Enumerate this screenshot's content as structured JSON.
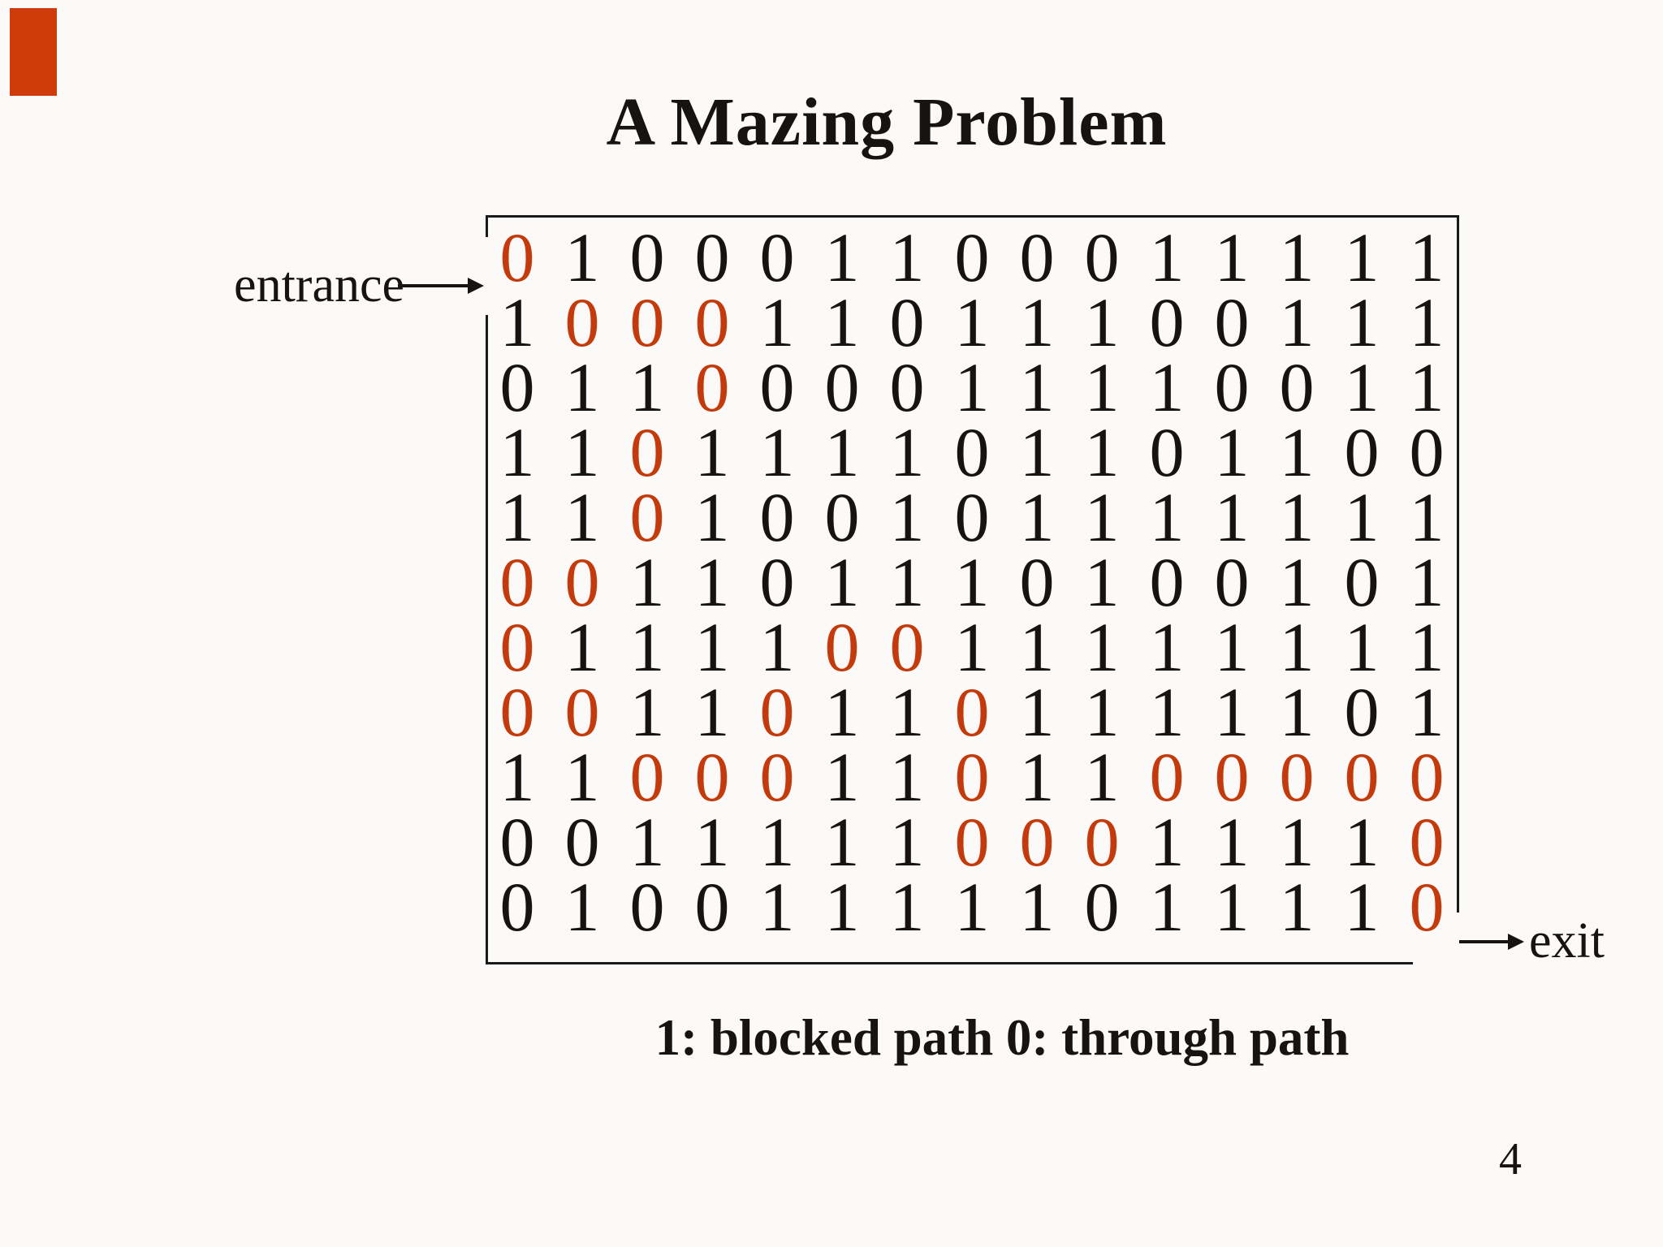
{
  "slide": {
    "title": "A Mazing Problem",
    "entrance_label": "entrance",
    "exit_label": "exit",
    "caption": "1: blocked path 0: through path",
    "page_number": "4"
  },
  "maze": {
    "rows": 11,
    "cols": 15,
    "legend": {
      "1": "blocked path",
      "0": "through path"
    },
    "grid": [
      [
        0,
        1,
        0,
        0,
        0,
        1,
        1,
        0,
        0,
        0,
        1,
        1,
        1,
        1,
        1
      ],
      [
        1,
        0,
        0,
        0,
        1,
        1,
        0,
        1,
        1,
        1,
        0,
        0,
        1,
        1,
        1
      ],
      [
        0,
        1,
        1,
        0,
        0,
        0,
        0,
        1,
        1,
        1,
        1,
        0,
        0,
        1,
        1
      ],
      [
        1,
        1,
        0,
        1,
        1,
        1,
        1,
        0,
        1,
        1,
        0,
        1,
        1,
        0,
        0
      ],
      [
        1,
        1,
        0,
        1,
        0,
        0,
        1,
        0,
        1,
        1,
        1,
        1,
        1,
        1,
        1
      ],
      [
        0,
        0,
        1,
        1,
        0,
        1,
        1,
        1,
        0,
        1,
        0,
        0,
        1,
        0,
        1
      ],
      [
        0,
        1,
        1,
        1,
        1,
        0,
        0,
        1,
        1,
        1,
        1,
        1,
        1,
        1,
        1
      ],
      [
        0,
        0,
        1,
        1,
        0,
        1,
        1,
        0,
        1,
        1,
        1,
        1,
        1,
        0,
        1
      ],
      [
        1,
        1,
        0,
        0,
        0,
        1,
        1,
        0,
        1,
        1,
        0,
        0,
        0,
        0,
        0
      ],
      [
        0,
        0,
        1,
        1,
        1,
        1,
        1,
        0,
        0,
        0,
        1,
        1,
        1,
        1,
        0
      ],
      [
        0,
        1,
        0,
        0,
        1,
        1,
        1,
        1,
        1,
        0,
        1,
        1,
        1,
        1,
        0
      ]
    ],
    "red": [
      [
        1,
        0,
        0,
        0,
        0,
        0,
        0,
        0,
        0,
        0,
        0,
        0,
        0,
        0,
        0
      ],
      [
        0,
        1,
        1,
        1,
        0,
        0,
        0,
        0,
        0,
        0,
        0,
        0,
        0,
        0,
        0
      ],
      [
        0,
        0,
        0,
        1,
        0,
        0,
        0,
        0,
        0,
        0,
        0,
        0,
        0,
        0,
        0
      ],
      [
        0,
        0,
        1,
        0,
        0,
        0,
        0,
        0,
        0,
        0,
        0,
        0,
        0,
        0,
        0
      ],
      [
        0,
        0,
        1,
        0,
        0,
        0,
        0,
        0,
        0,
        0,
        0,
        0,
        0,
        0,
        0
      ],
      [
        1,
        1,
        0,
        0,
        0,
        0,
        0,
        0,
        0,
        0,
        0,
        0,
        0,
        0,
        0
      ],
      [
        1,
        0,
        0,
        0,
        0,
        1,
        1,
        0,
        0,
        0,
        0,
        0,
        0,
        0,
        0
      ],
      [
        1,
        1,
        0,
        0,
        1,
        0,
        0,
        1,
        0,
        0,
        0,
        0,
        0,
        0,
        0
      ],
      [
        0,
        0,
        1,
        1,
        1,
        0,
        0,
        1,
        0,
        0,
        1,
        1,
        1,
        1,
        1
      ],
      [
        0,
        0,
        0,
        0,
        0,
        0,
        0,
        1,
        1,
        1,
        0,
        0,
        0,
        0,
        1
      ],
      [
        0,
        0,
        0,
        0,
        0,
        0,
        0,
        0,
        0,
        0,
        0,
        0,
        0,
        0,
        1
      ]
    ]
  },
  "colors": {
    "background": "#fbfaf8",
    "text": "#151413",
    "path_red": "#c43a0d",
    "border": "#1a1a1a",
    "corner_marker": "#cf3c0a"
  }
}
